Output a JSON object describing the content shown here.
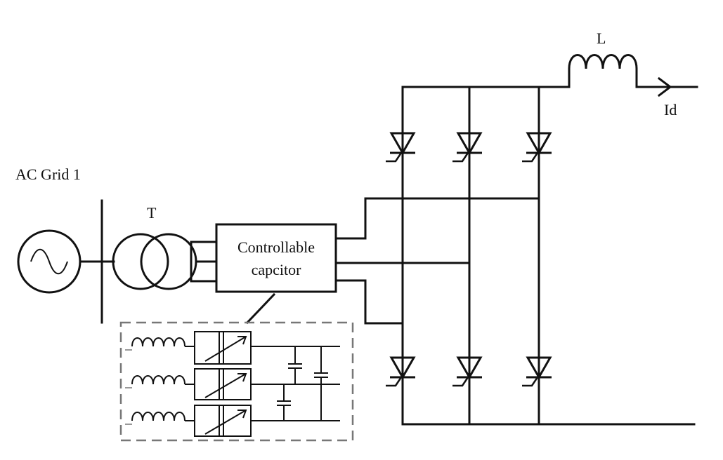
{
  "labels": {
    "source": "AC Grid 1",
    "transformer": "T",
    "inductor": "L",
    "current": "Id",
    "block_line1": "Controllable",
    "block_line2": "capcitor"
  },
  "colors": {
    "line": "#111111",
    "dashed_box": "#777777",
    "background": "#ffffff"
  }
}
